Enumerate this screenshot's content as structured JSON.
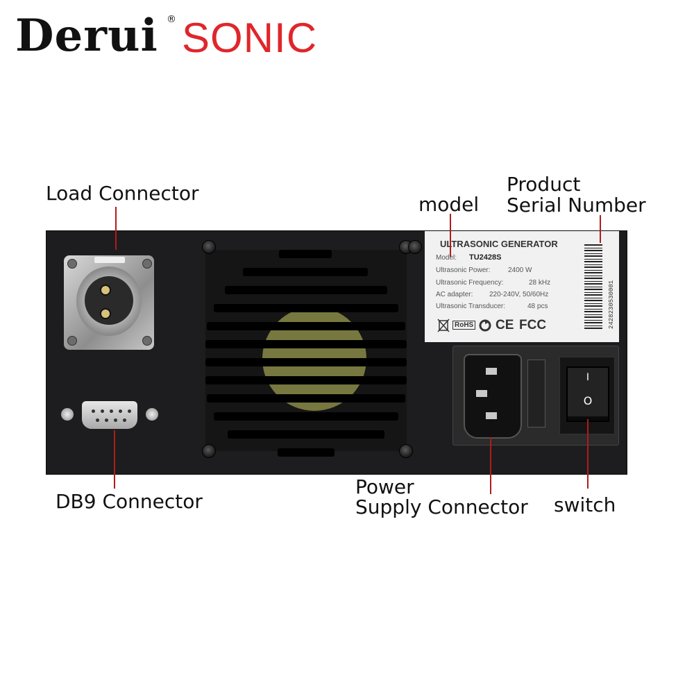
{
  "brand": {
    "name_primary": "Derui",
    "registered": "®",
    "name_secondary": "SONIC",
    "secondary_color": "#e0262b"
  },
  "callouts": {
    "load_connector": "Load Connector",
    "model": "model",
    "serial_line1": "Product",
    "serial_line2": "Serial Number",
    "db9_connector": "DB9 Connector",
    "power_line1": "Power",
    "power_line2": "Supply Connector",
    "switch": "switch"
  },
  "callout_line_color": "#b01b1b",
  "nameplate": {
    "title": "ULTRASONIC GENERATOR",
    "model_label": "Model:",
    "model_value": "TU2428S",
    "power_label": "Ultrasonic Power:",
    "power_value": "2400 W",
    "frequency_label": "Ultrasonic Frequency:",
    "frequency_value": "28 kHz",
    "adapter_label": "AC adapter:",
    "adapter_value": "220-240V, 50/60Hz",
    "transducer_label": "Ultrasonic Transducer:",
    "transducer_value": "48 pcs",
    "certifications": [
      "RoHS",
      "CE",
      "FCC"
    ],
    "serial_number": "2428230530001"
  },
  "switch_symbols": {
    "on": "I",
    "off": "O"
  }
}
